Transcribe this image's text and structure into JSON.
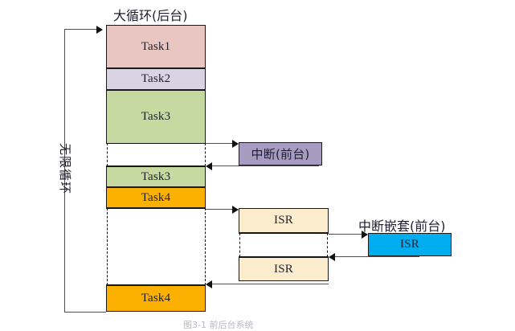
{
  "diagram": {
    "title_main_loop": "大循环(后台)",
    "title_interrupt": "中断(前台)",
    "title_nested_interrupt": "中断嵌套(前台)",
    "loop_label": "无限循环",
    "footer_caption": "图3-1 前后台系统",
    "colors": {
      "task1": "#e9c6c2",
      "task2": "#d9d3e4",
      "task3": "#c5d9a0",
      "task4": "#fcb100",
      "interrupt": "#a79bc2",
      "isr": "#fbeccd",
      "nested_isr": "#00aeef",
      "border": "#1a1a1a",
      "line": "#4d4d4d"
    },
    "main_column": {
      "blocks": [
        {
          "label": "Task1",
          "color_key": "task1"
        },
        {
          "label": "Task2",
          "color_key": "task2"
        },
        {
          "label": "Task3",
          "color_key": "task3"
        },
        {
          "label": "",
          "color_key": "gap"
        },
        {
          "label": "Task3",
          "color_key": "task3"
        },
        {
          "label": "Task4",
          "color_key": "task4"
        },
        {
          "label": "",
          "color_key": "gap"
        },
        {
          "label": "Task4",
          "color_key": "task4"
        }
      ]
    },
    "interrupt_column": {
      "blocks": [
        {
          "label": "中断(前台)",
          "color_key": "interrupt"
        }
      ]
    },
    "isr_column": {
      "blocks": [
        {
          "label": "ISR",
          "color_key": "isr"
        },
        {
          "label": "ISR",
          "color_key": "isr"
        }
      ]
    },
    "nested_column": {
      "blocks": [
        {
          "label": "ISR",
          "color_key": "nested_isr"
        }
      ]
    }
  }
}
